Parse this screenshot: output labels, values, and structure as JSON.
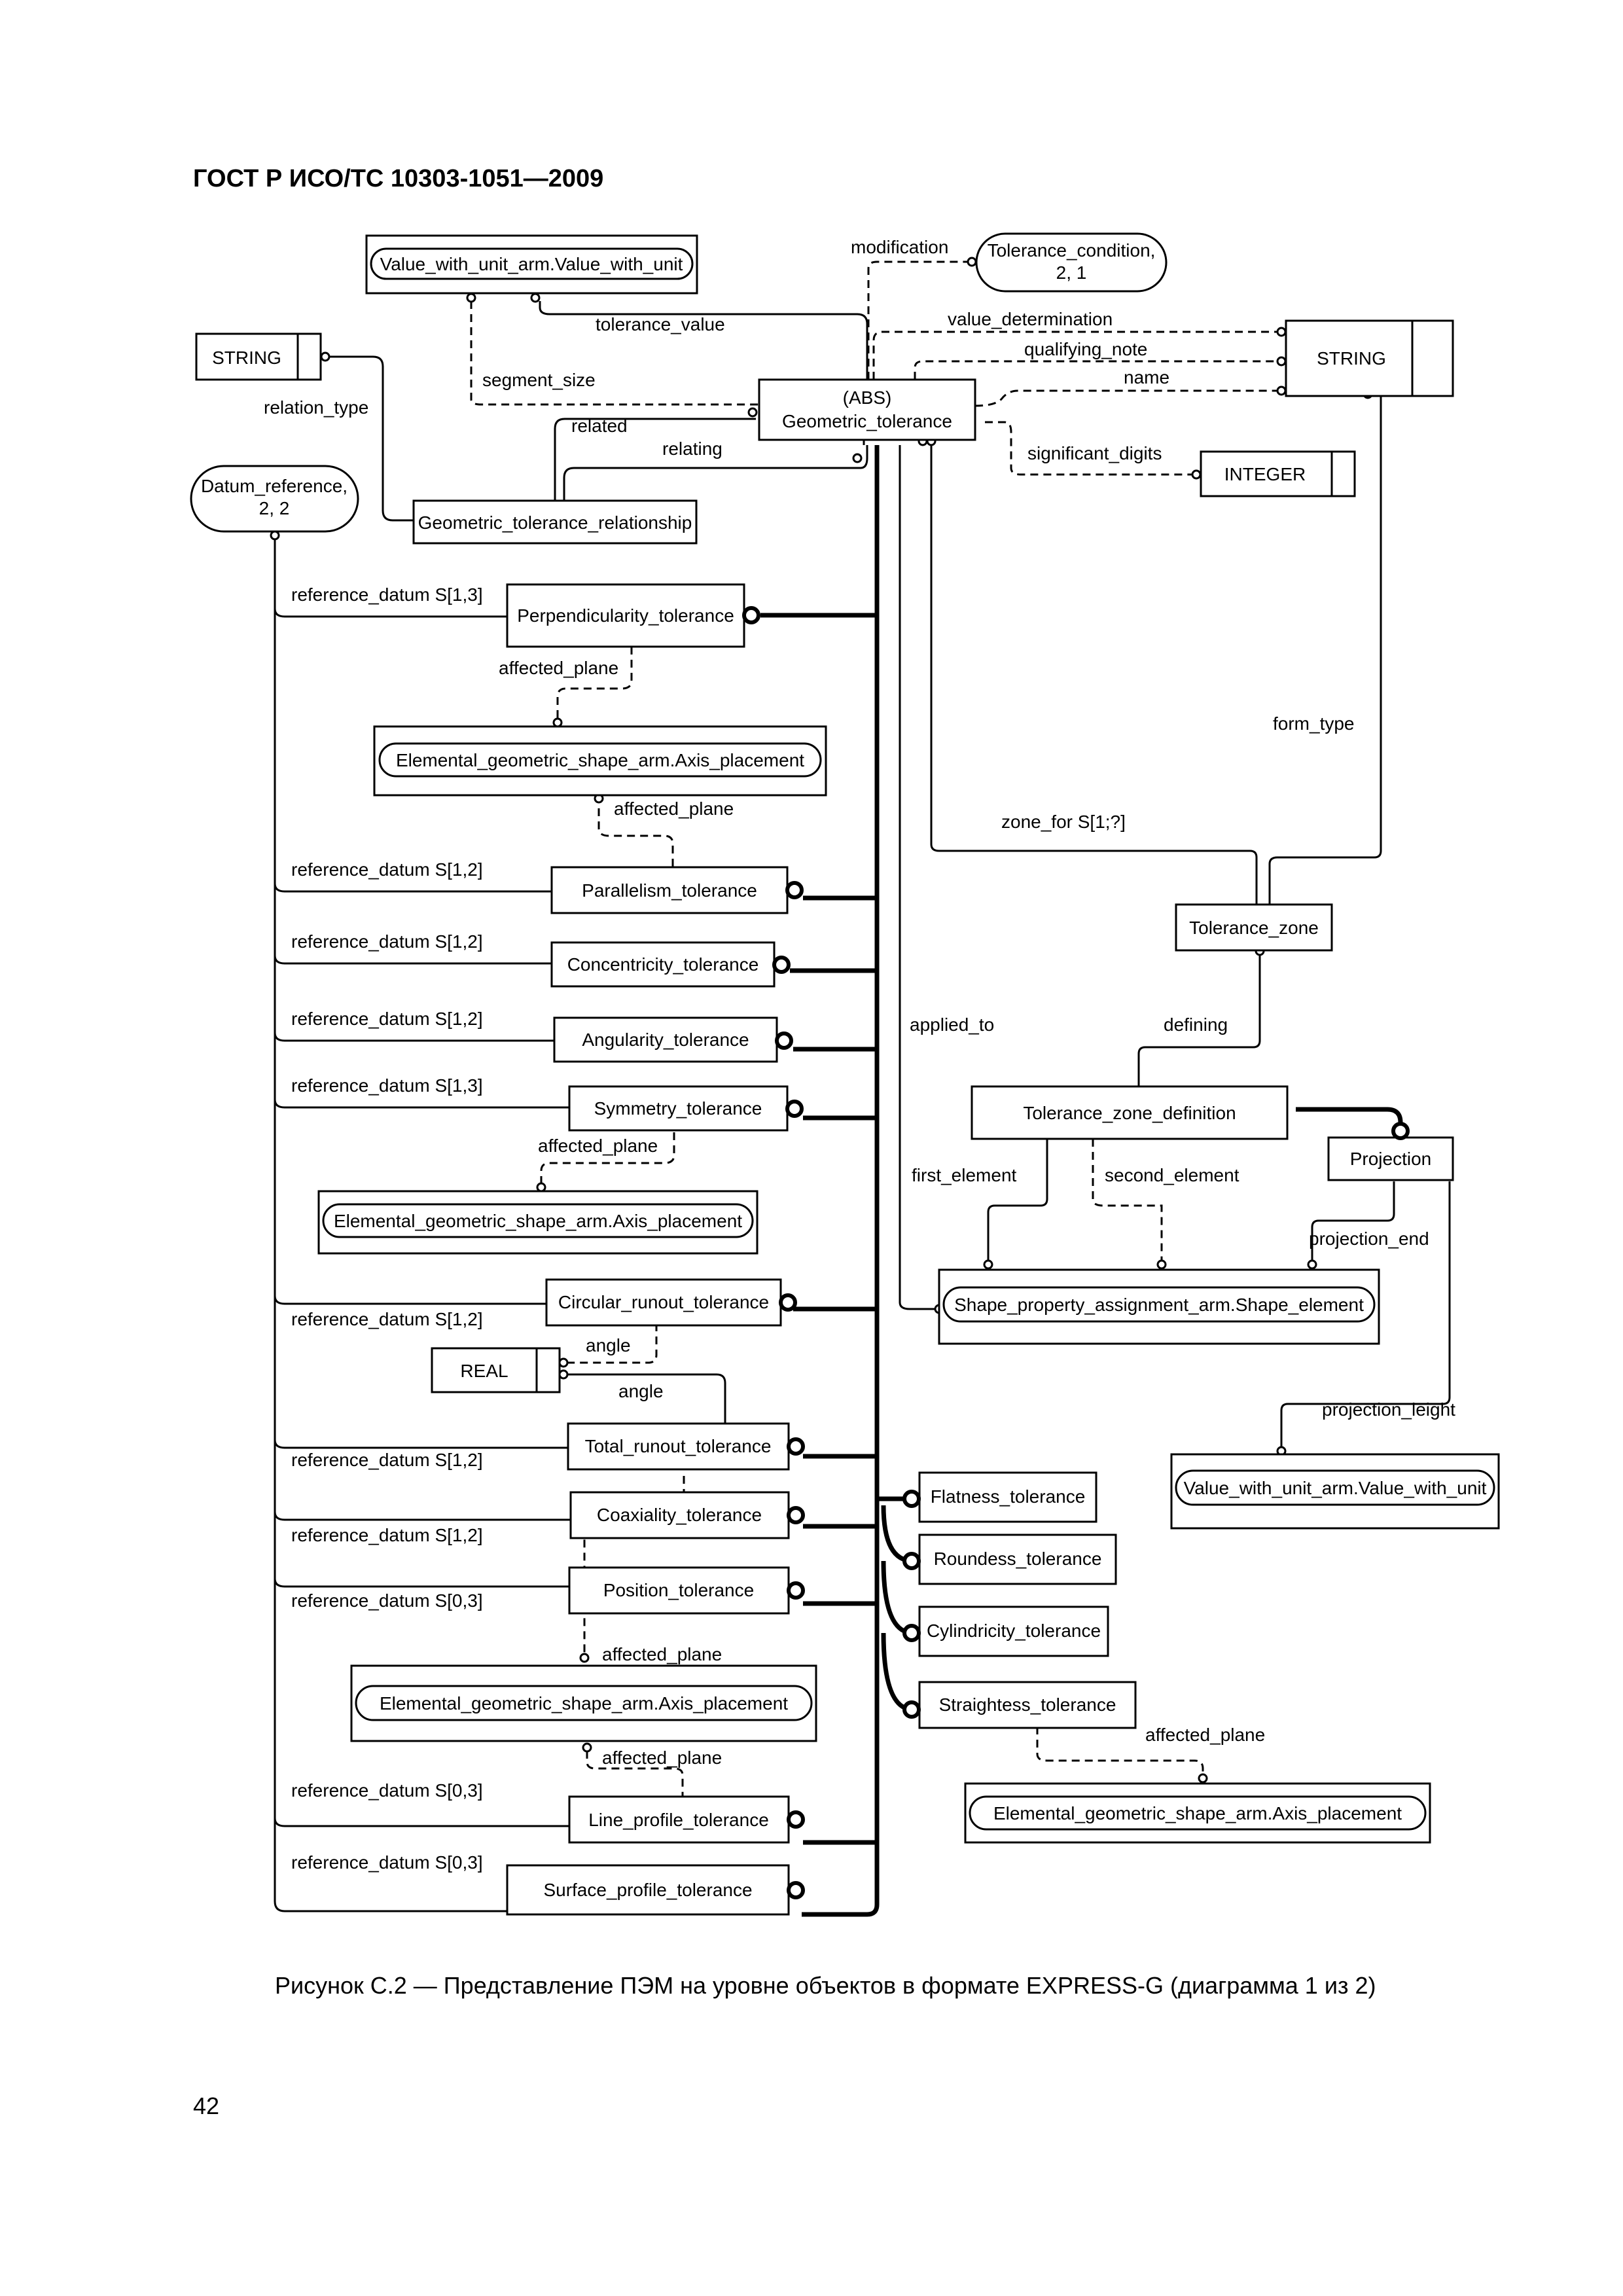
{
  "header": "ГОСТ Р ИСО/ТС 10303-1051—2009",
  "caption": "Рисунок С.2 — Представление ПЭМ на уровне объектов в формате EXPRESS-G (диаграмма 1 из 2)",
  "page_number": "42",
  "entities": {
    "value_with_unit_top": "Value_with_unit_arm.Value_with_unit",
    "tolerance_condition_1": "Tolerance_condition,",
    "tolerance_condition_2": "2, 1",
    "string_left": "STRING",
    "string_right": "STRING",
    "geometric_tolerance_abs": "(ABS)",
    "geometric_tolerance": "Geometric_tolerance",
    "integer": "INTEGER",
    "datum_reference_1": "Datum_reference,",
    "datum_reference_2": "2, 2",
    "geometric_tolerance_relationship": "Geometric_tolerance_relationship",
    "perpendicularity_tolerance": "Perpendicularity_tolerance",
    "axis_placement_1": "Elemental_geometric_shape_arm.Axis_placement",
    "parallelism_tolerance": "Parallelism_tolerance",
    "concentricity_tolerance": "Concentricity_tolerance",
    "angularity_tolerance": "Angularity_tolerance",
    "symmetry_tolerance": "Symmetry_tolerance",
    "axis_placement_2": "Elemental_geometric_shape_arm.Axis_placement",
    "circular_runout_tolerance": "Circular_runout_tolerance",
    "real": "REAL",
    "total_runout_tolerance": "Total_runout_tolerance",
    "coaxiality_tolerance": "Coaxiality_tolerance",
    "position_tolerance": "Position_tolerance",
    "axis_placement_3": "Elemental_geometric_shape_arm.Axis_placement",
    "line_profile_tolerance": "Line_profile_tolerance",
    "surface_profile_tolerance": "Surface_profile_tolerance",
    "tolerance_zone": "Tolerance_zone",
    "tolerance_zone_definition": "Tolerance_zone_definition",
    "projection": "Projection",
    "shape_element": "Shape_property_assignment_arm.Shape_element",
    "value_with_unit_bottom": "Value_with_unit_arm.Value_with_unit",
    "flatness_tolerance": "Flatness_tolerance",
    "roundness_tolerance": "Roundess_tolerance",
    "cylindricity_tolerance": "Cylindricity_tolerance",
    "straightness_tolerance": "Straightess_tolerance",
    "axis_placement_4": "Elemental_geometric_shape_arm.Axis_placement"
  },
  "relations": {
    "modification": "modification",
    "tolerance_value": "tolerance_value",
    "value_determination": "value_determination",
    "qualifying_note": "qualifying_note",
    "name": "name",
    "segment_size": "segment_size",
    "relation_type": "relation_type",
    "related": "related",
    "relating": "relating",
    "significant_digits": "significant_digits",
    "form_type": "form_type",
    "zone_for": "zone_for S[1;?]",
    "applied_to": "applied_to",
    "defining": "defining",
    "first_element": "first_element",
    "second_element": "second_element",
    "projection_end": "projection_end",
    "projection_leight": "projection_leight",
    "affected_plane": "affected_plane",
    "angle": "angle",
    "ref_datum_13": "reference_datum S[1,3]",
    "ref_datum_12": "reference_datum S[1,2]",
    "ref_datum_03": "reference_datum S[0,3]"
  }
}
